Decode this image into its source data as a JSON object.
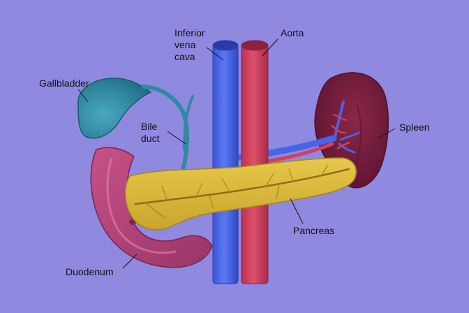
{
  "colors": {
    "background": "#9089e0",
    "vena_cava": "#4863e6",
    "aorta": "#d4405c",
    "gallbladder": "#2f8aa2",
    "pancreas": "#dcbc3a",
    "spleen": "#7a1f3f",
    "duodenum": "#b24276"
  },
  "labels": {
    "inferior_vena_cava": [
      "Inferior",
      "vena",
      "cava"
    ],
    "aorta": "Aorta",
    "gallbladder": "Gallbladder",
    "bile_duct": [
      "Bile",
      "duct"
    ],
    "spleen": "Spleen",
    "pancreas": "Pancreas",
    "duodenum": "Duodenum"
  }
}
